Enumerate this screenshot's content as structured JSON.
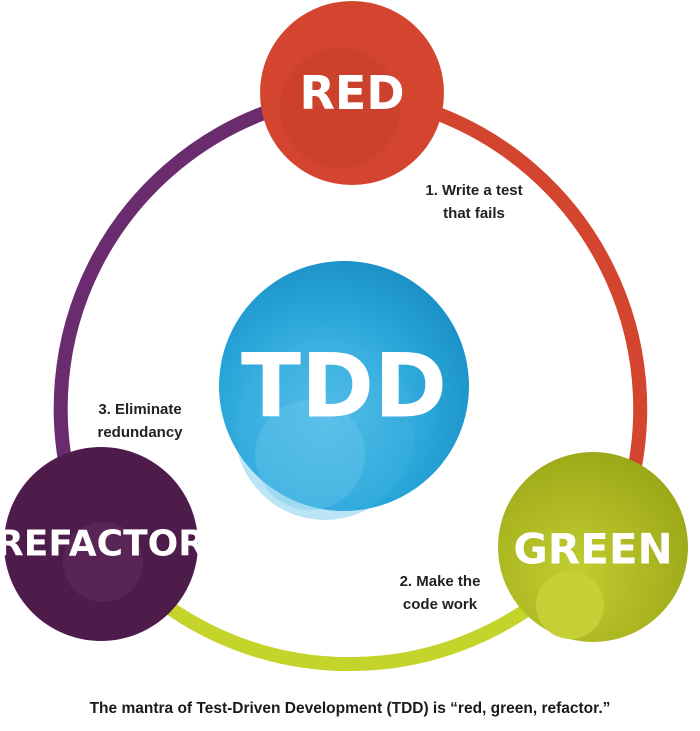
{
  "nodes": {
    "red": {
      "label": "RED",
      "color": "#D44530"
    },
    "green": {
      "label": "GREEN",
      "color": "#A8B21D"
    },
    "refactor": {
      "label": "REFACTOR",
      "color": "#4E1C4A"
    },
    "center": {
      "label": "TDD",
      "color": "#1B9CCF"
    }
  },
  "arcs": {
    "red_to_green": "#D44530",
    "green_to_refactor": "#C4D42A",
    "refactor_to_red": "#6A2C6E"
  },
  "steps": {
    "step1": {
      "line1": "1. Write a test",
      "line2": "that fails"
    },
    "step2": {
      "line1": "2. Make the",
      "line2": "code work"
    },
    "step3": {
      "line1": "3. Eliminate",
      "line2": "redundancy"
    }
  },
  "caption": "The mantra of Test-Driven Development (TDD) is “red, green, refactor.”"
}
